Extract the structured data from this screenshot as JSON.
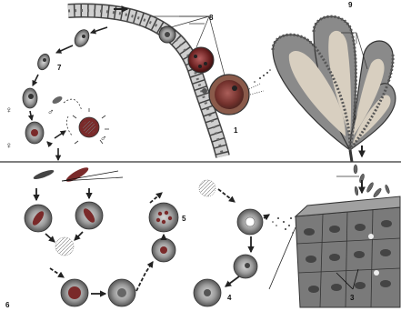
{
  "labels": {
    "l1": "1",
    "l3": "3",
    "l4": "4",
    "l5": "5",
    "l6": "6",
    "l7": "7",
    "l8": "8",
    "l9": "9"
  },
  "sex_symbols": {
    "female": "♀",
    "male": "♂"
  },
  "colors": {
    "ink": "#1a1a1a",
    "tissue_gray": "#7a7a7a",
    "tissue_dark": "#444444",
    "cyst_red": "#7a2a2a",
    "cyst_ring": "#9a9a9a",
    "divider": "#555555"
  }
}
